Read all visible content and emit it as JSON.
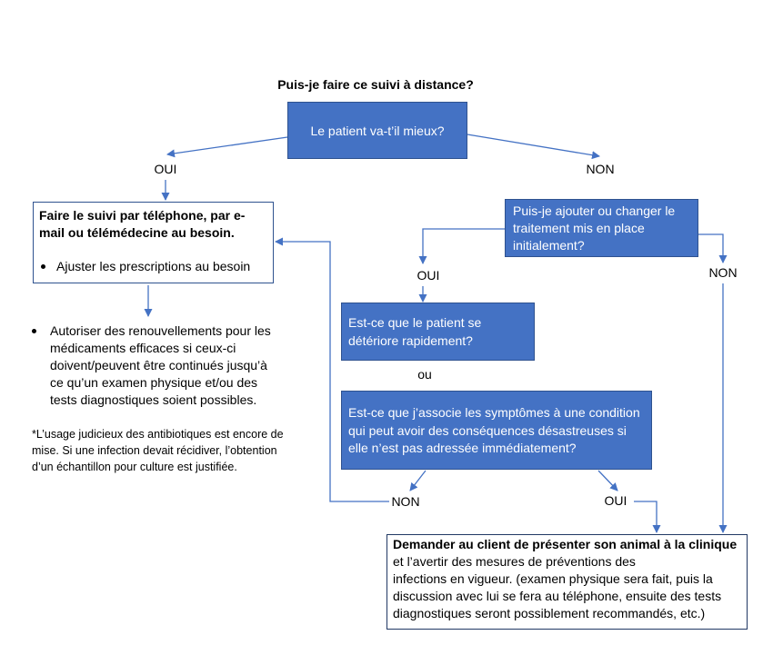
{
  "title": "Puis-je faire ce suivi à distance?",
  "q1": "Le patient va-t’il mieux?",
  "labels": {
    "oui_left": "OUI",
    "non_right": "NON",
    "oui_mid": "OUI",
    "non_far": "NON",
    "ou": "ou",
    "non_bottom": "NON",
    "oui_bottom": "OUI"
  },
  "left_box": {
    "heading_lines": [
      "Faire le suivi par téléphone, par e-",
      "mail ou télémédecine au besoin."
    ],
    "bullet": "Ajuster les prescriptions au besoin"
  },
  "left_notes": {
    "bullet_lines": [
      "Autoriser des renouvellements pour les",
      "médicaments efficaces si ceux-ci",
      "doivent/peuvent être continués jusqu’à",
      "ce qu’un examen physique et/ou des",
      "tests diagnostiques soient possibles."
    ],
    "footnote_lines": [
      "*L’usage judicieux des antibiotiques est encore de",
      "mise. Si une infection devait récidiver, l’obtention",
      "d’un échantillon pour culture est justifiée."
    ]
  },
  "q2_lines": [
    "Puis-je ajouter ou changer le",
    "traitement mis en place",
    "initialement?"
  ],
  "q3_lines": [
    "Est-ce que le patient se",
    "détériore rapidement?"
  ],
  "q4_lines": [
    "Est-ce que j’associe les symptômes à une condition",
    "qui peut avoir des conséquences désastreuses si",
    "elle n’est pas adressée immédiatement?"
  ],
  "result_box": {
    "bold_line": "Demander au client de présenter son animal à la clinique",
    "lines": [
      "et l’avertir des mesures de préventions des",
      "infections en vigueur. (examen physique sera fait, puis la",
      "discussion avec lui se fera au téléphone, ensuite des tests",
      "diagnostiques seront possiblement recommandés, etc.)"
    ]
  },
  "colors": {
    "box_fill": "#4472C4",
    "box_border": "#2F528F",
    "connector": "#4472C4",
    "outline_dark": "#203864"
  }
}
